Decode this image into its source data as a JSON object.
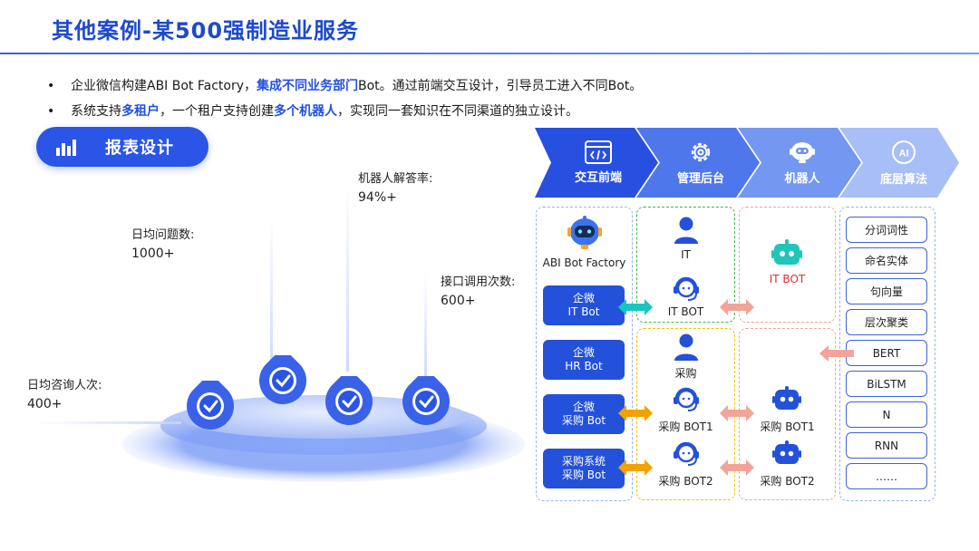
{
  "title": "其他案例-某500强制造业服务",
  "bullets": [
    {
      "dot": "•",
      "p1": "企业微信构建ABI Bot Factory，",
      "hl": "集成不同业务部门",
      "p2": "Bot。通过前端交互设计，引导员工进入不同Bot。"
    },
    {
      "dot": "•",
      "p1": "系统支持",
      "hl": "多租户",
      "p2": "，一个租户支持创建",
      "hl2": "多个机器人",
      "p3": "，实现同一套知识在不同渠道的独立设计。"
    }
  ],
  "report": {
    "label": "报表设计",
    "icon": "bar-chart-icon"
  },
  "stats": [
    {
      "label": "日均咨询人次:",
      "value": "400+"
    },
    {
      "label": "日均问题数:",
      "value": "1000+"
    },
    {
      "label": "机器人解答率:",
      "value": "94%+"
    },
    {
      "label": "接口调用次数:",
      "value": "600+"
    }
  ],
  "columns": [
    {
      "label": "交互前端",
      "icon": "code-window-icon"
    },
    {
      "label": "管理后台",
      "icon": "gear-icon"
    },
    {
      "label": "机器人",
      "icon": "robot-icon"
    },
    {
      "label": "底层算法",
      "icon": "ai-icon"
    }
  ],
  "frontend": {
    "factory": "ABI Bot Factory",
    "buttons": [
      {
        "line1": "企微",
        "line2": "IT Bot"
      },
      {
        "line1": "企微",
        "line2": "HR Bot"
      },
      {
        "line1": "企微",
        "line2": "采购 Bot"
      },
      {
        "line1": "采购系统",
        "line2": "采购 Bot"
      }
    ]
  },
  "admin": {
    "it": "IT",
    "it_bot": "IT BOT",
    "purchase": "采购",
    "purchase_bot1": "采购 BOT1",
    "purchase_bot2": "采购 BOT2"
  },
  "robots": {
    "it_bot": "IT BOT",
    "purchase_bot1": "采购 BOT1",
    "purchase_bot2": "采购 BOT2"
  },
  "algorithms": [
    "分词词性",
    "命名实体",
    "句向量",
    "层次聚类",
    "BERT",
    "BiLSTM",
    "N",
    "RNN",
    "……"
  ],
  "colors": {
    "primary": "#2451D9",
    "teal": "#17C6C0",
    "orange": "#F2A100",
    "pink": "#F2A49A",
    "red": "#E02E2E"
  }
}
